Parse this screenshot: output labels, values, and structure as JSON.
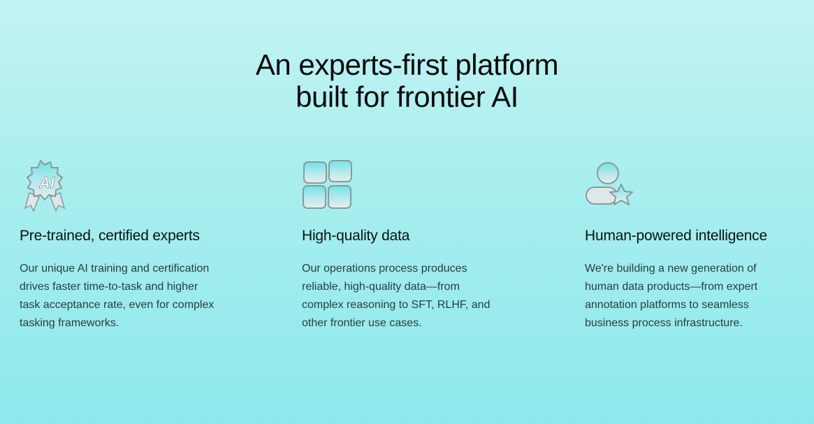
{
  "heading": {
    "line1": "An experts-first platform",
    "line2": "built for frontier AI"
  },
  "features": [
    {
      "icon": "ai-badge-icon",
      "title": "Pre-trained, certified experts",
      "lines": [
        "Our unique AI training and certification",
        "drives faster time-to-task and higher",
        "task acceptance rate, even for complex",
        "tasking frameworks."
      ],
      "badge_text": "AI"
    },
    {
      "icon": "grid-blocks-icon",
      "title": "High-quality data",
      "lines": [
        "Our operations process produces",
        "reliable, high-quality data—from",
        "complex reasoning to SFT, RLHF, and",
        "other frontier use cases."
      ]
    },
    {
      "icon": "person-star-icon",
      "title": "Human-powered intelligence",
      "lines": [
        "We're building a new generation of",
        "human data products—from expert",
        "annotation platforms to seamless",
        "business process infrastructure."
      ]
    }
  ]
}
